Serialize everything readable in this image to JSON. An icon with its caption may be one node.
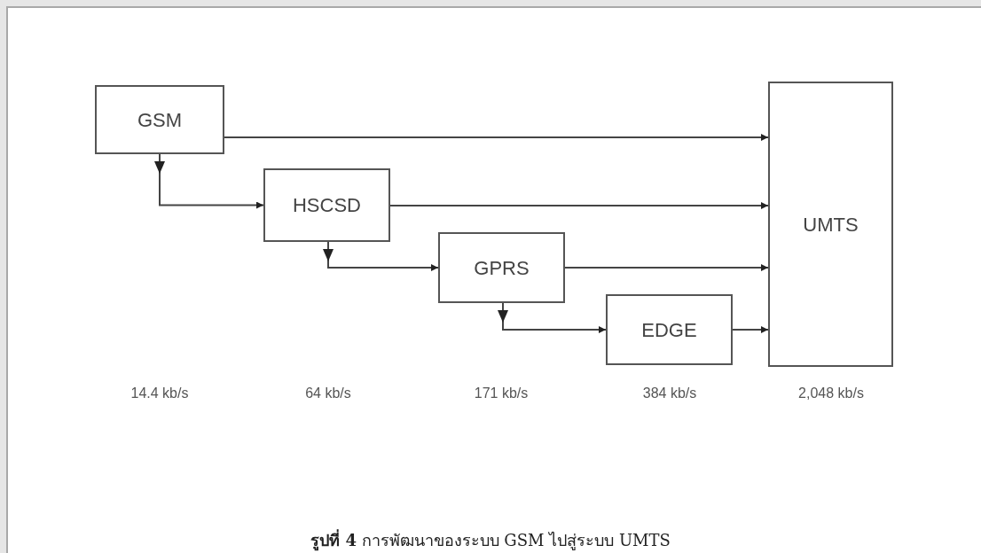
{
  "diagram": {
    "caption": "**รูปที่ 4** การพัฒนาของระบบ GSM ไปสู่ระบบ UMTS",
    "nodes": [
      {
        "text": [
          "GSM"
        ]
      },
      {
        "text": [
          "HSCSD"
        ]
      },
      {
        "text": [
          "GPRS"
        ]
      },
      {
        "text": [
          "EDGE"
        ]
      },
      {
        "text": [
          "UMTS"
        ]
      }
    ],
    "edges": [
      {
        "from": 0,
        "to": 4,
        "arrow": "to"
      },
      {
        "from": 0,
        "to": 1,
        "arrow": "to"
      },
      {
        "from": 1,
        "to": 4,
        "arrow": "to"
      },
      {
        "from": 1,
        "to": 2,
        "arrow": "to"
      },
      {
        "from": 2,
        "to": 4,
        "arrow": "to"
      },
      {
        "from": 2,
        "to": 3,
        "arrow": "to"
      },
      {
        "from": 3,
        "to": 4,
        "arrow": "to"
      }
    ],
    "labels": [
      "14.4 kb/s",
      "64 kb/s",
      "171 kb/s",
      "384 kb/s",
      "2,048 kb/s"
    ]
  }
}
